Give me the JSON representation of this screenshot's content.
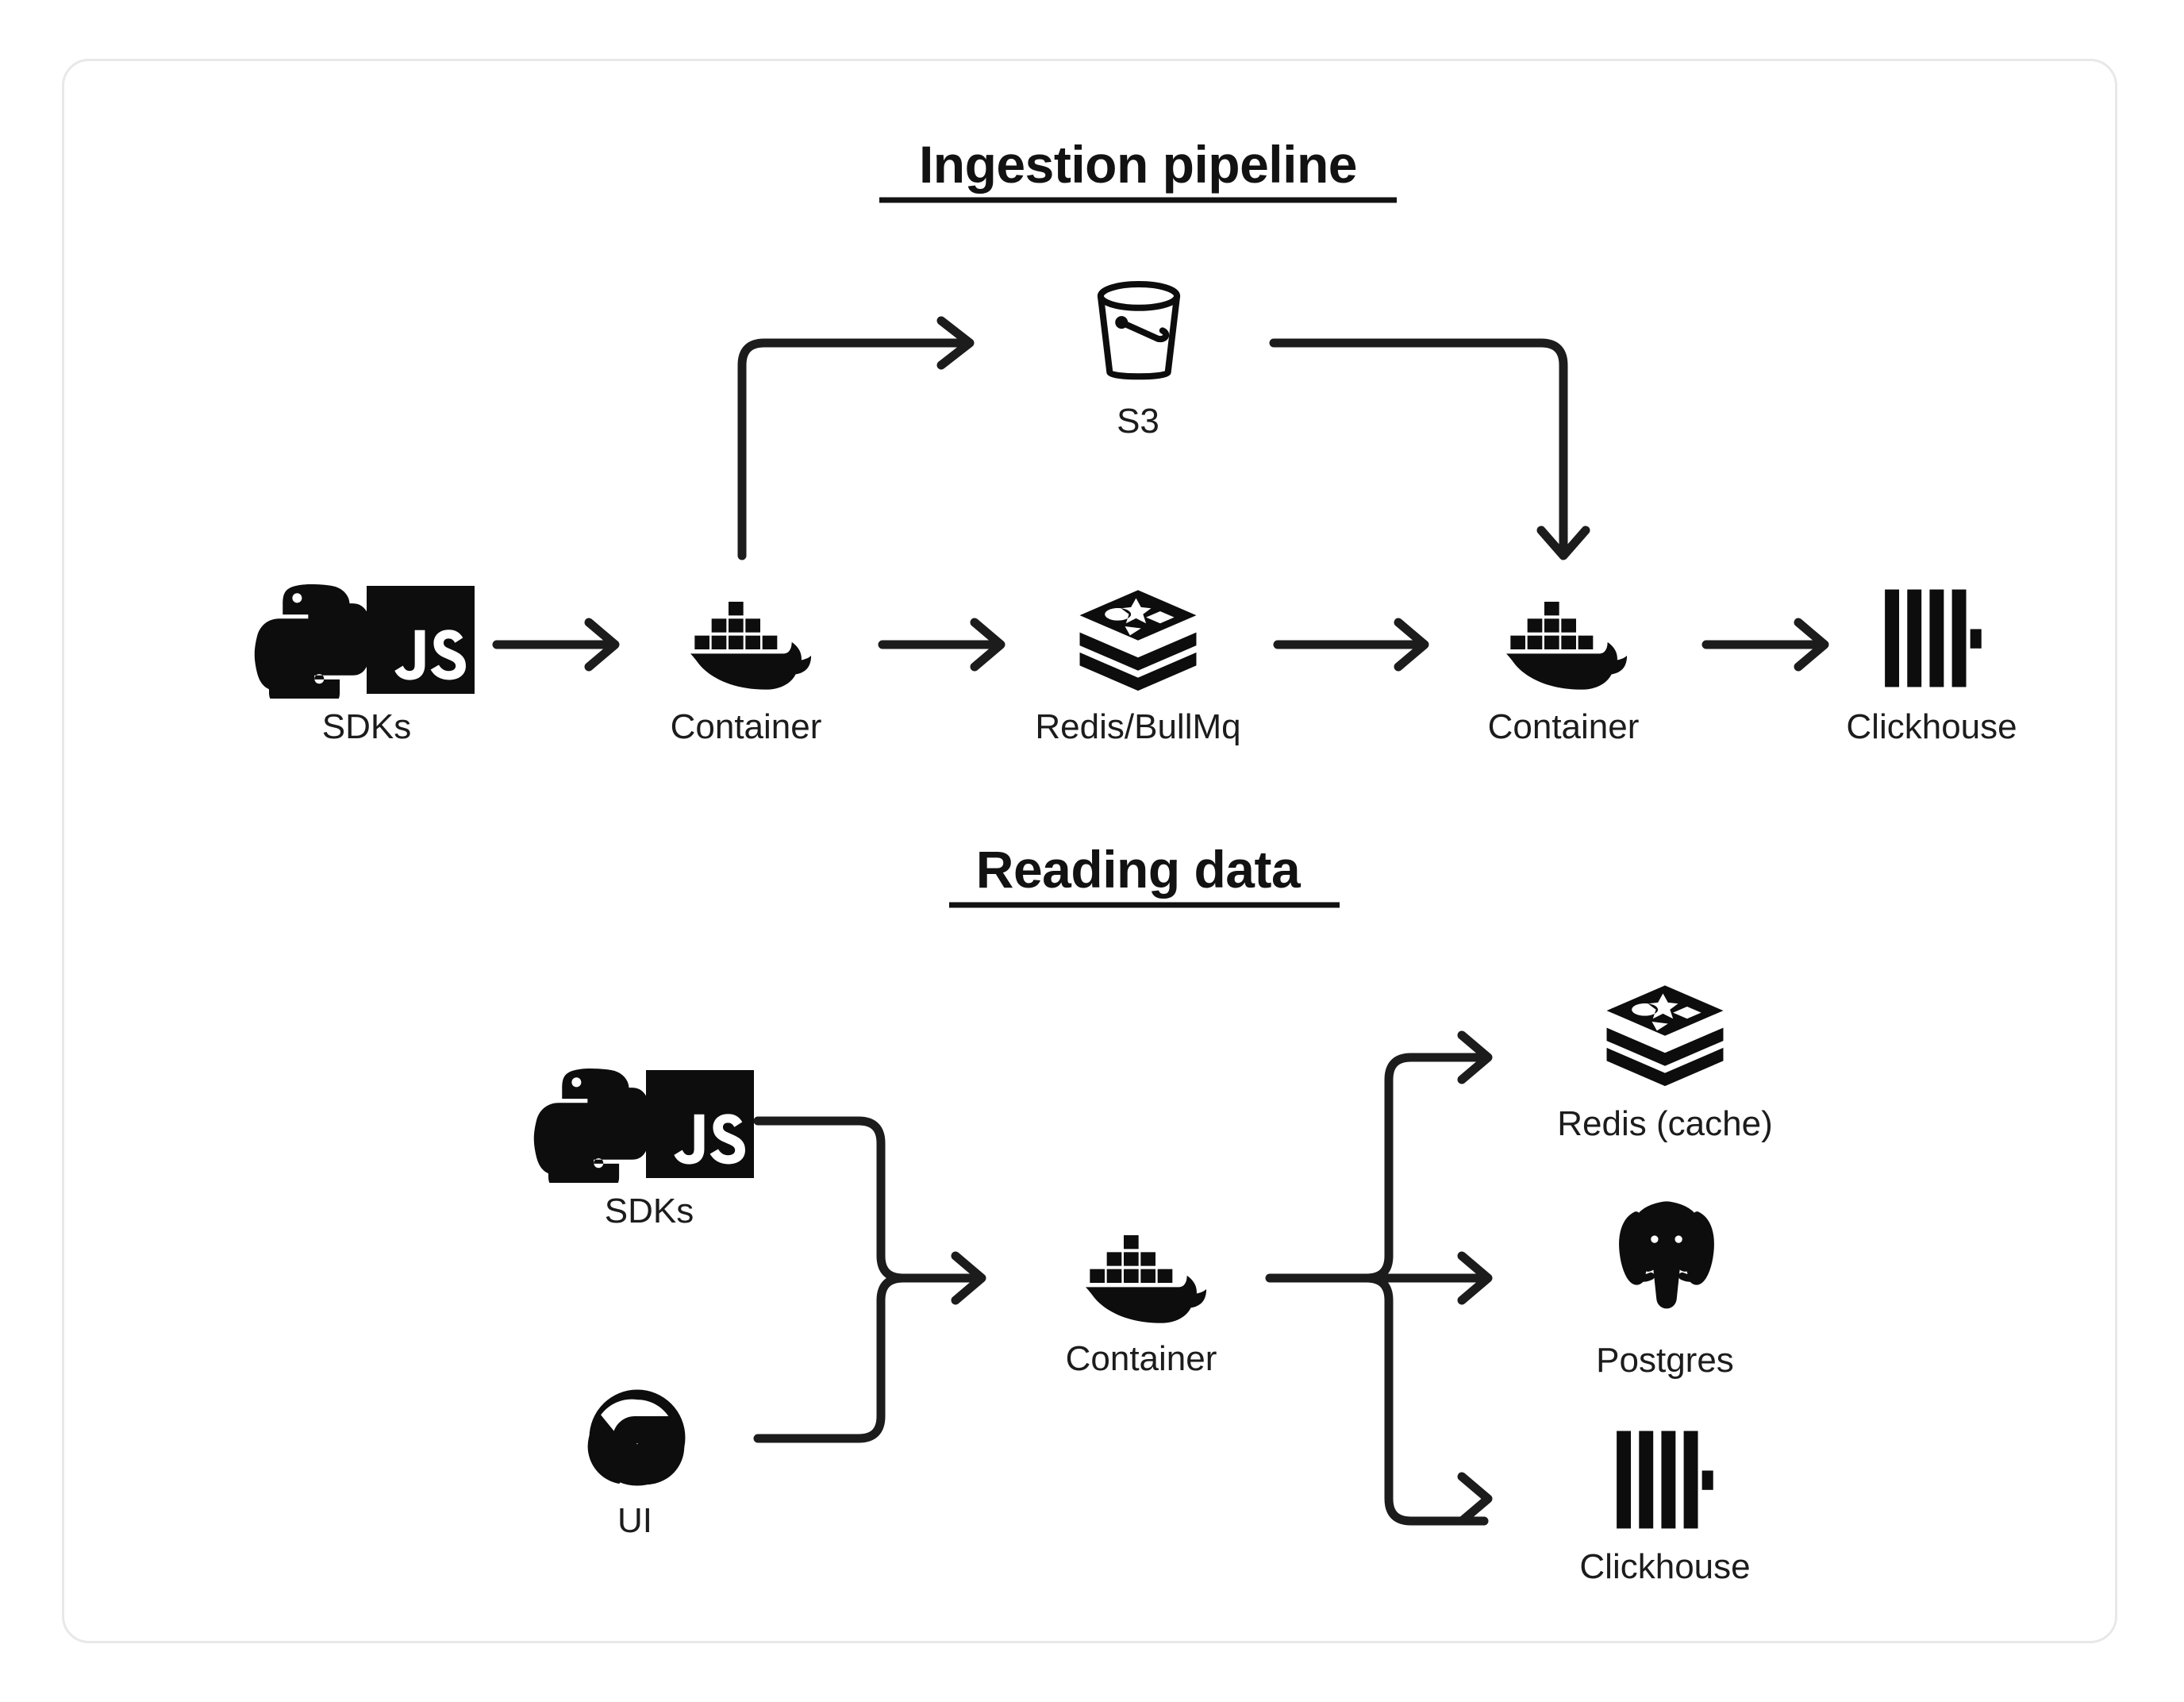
{
  "card": {
    "border_color": "#e8e8e8",
    "background": "#ffffff"
  },
  "ink_color": "#0d0d0d",
  "sections": [
    {
      "id": "ingestion",
      "title": "Ingestion pipeline",
      "nodes": [
        {
          "id": "sdks-ingest",
          "label": "SDKs",
          "icons": [
            "python-icon",
            "javascript-icon"
          ]
        },
        {
          "id": "container-ingest",
          "label": "Container",
          "icons": [
            "docker-icon"
          ]
        },
        {
          "id": "s3",
          "label": "S3",
          "icons": [
            "s3-bucket-icon"
          ]
        },
        {
          "id": "redis-bullmq",
          "label": "Redis/BullMq",
          "icons": [
            "redis-icon"
          ]
        },
        {
          "id": "container-worker",
          "label": "Container",
          "icons": [
            "docker-icon"
          ]
        },
        {
          "id": "clickhouse-ingest",
          "label": "Clickhouse",
          "icons": [
            "clickhouse-icon"
          ]
        }
      ],
      "edges": [
        {
          "from": "sdks-ingest",
          "to": "container-ingest",
          "kind": "straight-right"
        },
        {
          "from": "container-ingest",
          "to": "s3",
          "kind": "elbow-up-right"
        },
        {
          "from": "container-ingest",
          "to": "redis-bullmq",
          "kind": "straight-right"
        },
        {
          "from": "s3",
          "to": "container-worker",
          "kind": "elbow-right-down"
        },
        {
          "from": "redis-bullmq",
          "to": "container-worker",
          "kind": "straight-right"
        },
        {
          "from": "container-worker",
          "to": "clickhouse-ingest",
          "kind": "straight-right"
        }
      ]
    },
    {
      "id": "reading",
      "title": "Reading data",
      "nodes": [
        {
          "id": "sdks-read",
          "label": "SDKs",
          "icons": [
            "python-icon",
            "javascript-icon"
          ]
        },
        {
          "id": "ui",
          "label": "UI",
          "icons": [
            "chrome-icon"
          ]
        },
        {
          "id": "container-read",
          "label": "Container",
          "icons": [
            "docker-icon"
          ]
        },
        {
          "id": "redis-cache",
          "label": "Redis (cache)",
          "icons": [
            "redis-icon"
          ]
        },
        {
          "id": "postgres",
          "label": "Postgres",
          "icons": [
            "postgres-icon"
          ]
        },
        {
          "id": "clickhouse-read",
          "label": "Clickhouse",
          "icons": [
            "clickhouse-icon"
          ]
        }
      ],
      "edges": [
        {
          "from": "sdks-read",
          "to": "container-read",
          "kind": "merge-down"
        },
        {
          "from": "ui",
          "to": "container-read",
          "kind": "merge-up"
        },
        {
          "from": "container-read",
          "to": "redis-cache",
          "kind": "branch-up"
        },
        {
          "from": "container-read",
          "to": "postgres",
          "kind": "straight-right"
        },
        {
          "from": "container-read",
          "to": "clickhouse-read",
          "kind": "branch-down"
        }
      ]
    }
  ],
  "icon_labels": {
    "javascript-icon": "JS"
  }
}
